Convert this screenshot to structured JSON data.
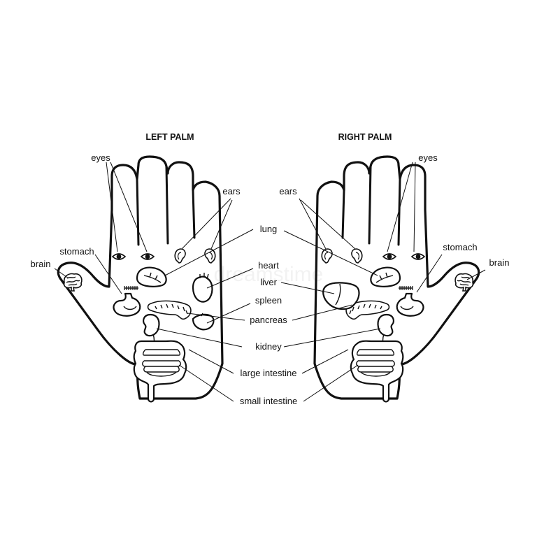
{
  "titles": {
    "left": "LEFT PALM",
    "right": "RIGHT PALM"
  },
  "labels": {
    "eyes": "eyes",
    "ears": "ears",
    "lung": "lung",
    "heart": "heart",
    "liver": "liver",
    "spleen": "spleen",
    "pancreas": "pancreas",
    "kidney": "kidney",
    "large_intestine": "large intestine",
    "small_intestine": "small intestine",
    "stomach": "stomach",
    "brain": "brain"
  },
  "watermark": "dreamstime",
  "colors": {
    "line": "#111111",
    "background": "#ffffff"
  }
}
